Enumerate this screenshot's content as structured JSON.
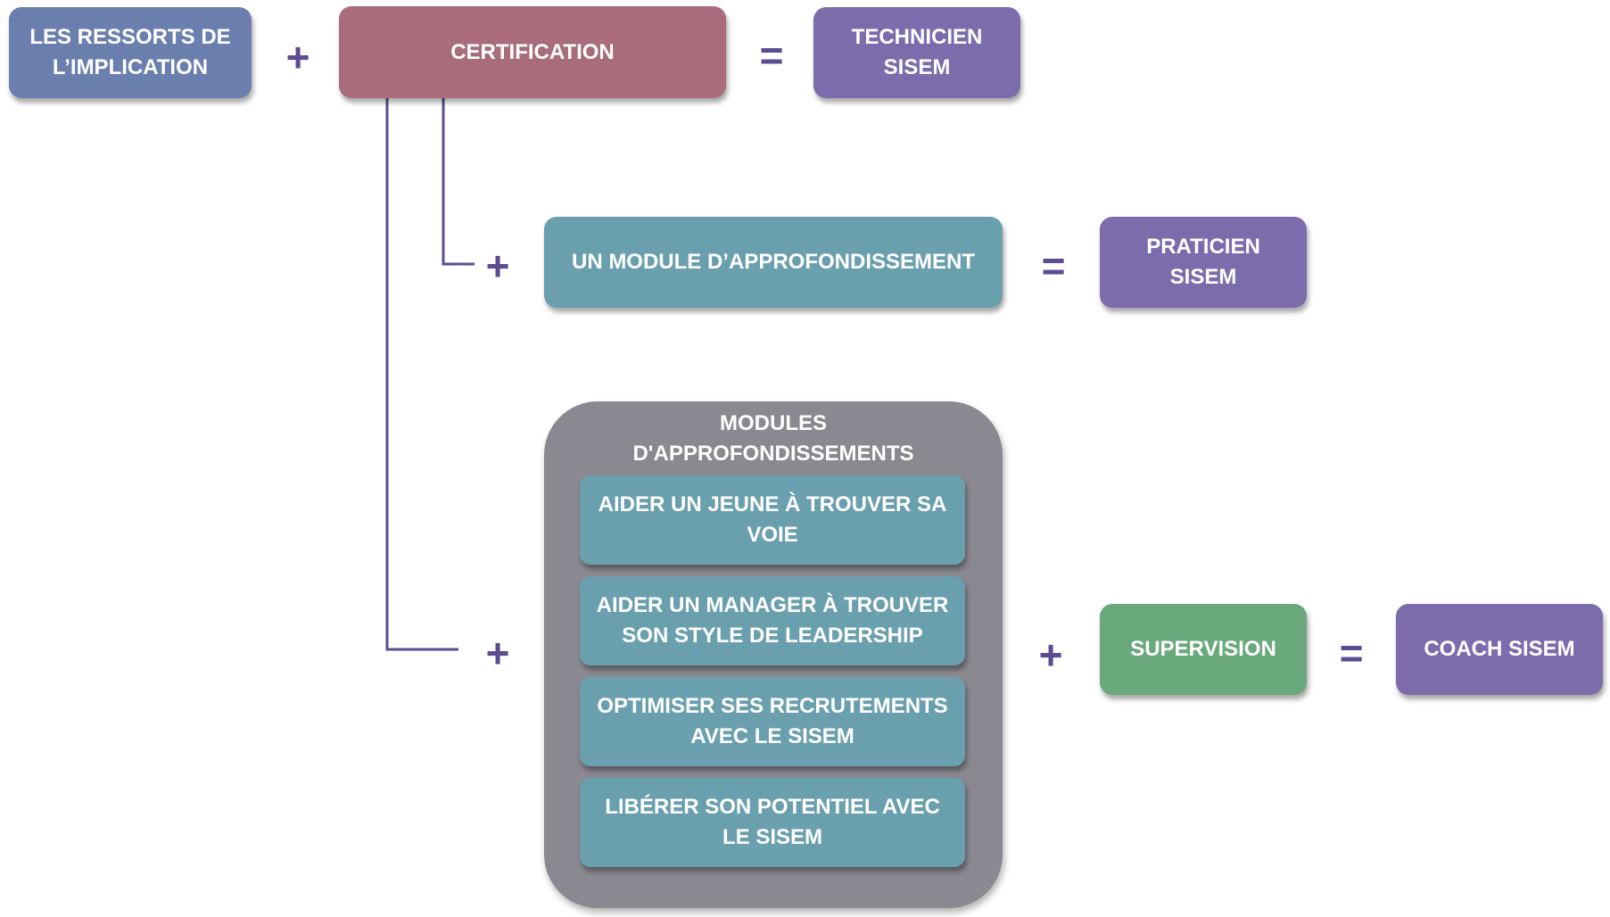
{
  "boxes": {
    "ressorts": "LES RESSORTS DE\nL’IMPLICATION",
    "certification": "CERTIFICATION",
    "technicien": "TECHNICIEN\nSISEM",
    "module": "UN MODULE D’APPROFONDISSEMENT",
    "praticien": "PRATICIEN\nSISEM",
    "supervision": "SUPERVISION",
    "coach": "COACH SISEM"
  },
  "modules_group": {
    "title": "MODULES\nD'APPROFONDISSEMENTS",
    "items": [
      "AIDER UN JEUNE À TROUVER SA VOIE",
      "AIDER UN MANAGER À TROUVER SON STYLE DE LEADERSHIP",
      "OPTIMISER SES RECRUTEMENTS AVEC LE SISEM",
      "LIBÉRER SON POTENTIEL AVEC LE SISEM"
    ]
  },
  "symbols": {
    "plus": "+",
    "equals": "="
  },
  "colors": {
    "blue": "#6b7fae",
    "rose": "#a86c7c",
    "purple": "#7c6cab",
    "teal": "#6a9fae",
    "green": "#69a97b",
    "group": "#8a8890",
    "connector": "#5d4c91"
  }
}
